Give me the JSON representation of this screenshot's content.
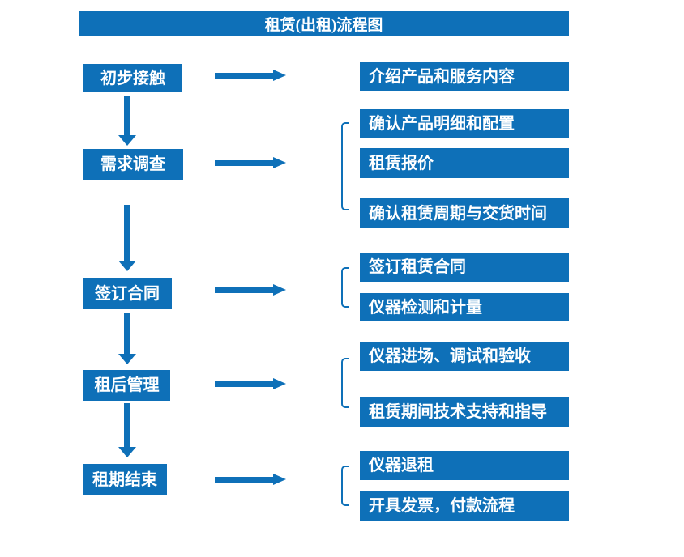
{
  "title": "租赁(出租)流程图",
  "colors": {
    "primary": "#0e70b8",
    "box_text": "#ffffff",
    "background": "#ffffff"
  },
  "groups": [
    {
      "step": "初步接触",
      "details": [
        "介绍产品和服务内容"
      ]
    },
    {
      "step": "需求调查",
      "details": [
        "确认产品明细和配置",
        "租赁报价",
        "确认租赁周期与交货时间"
      ]
    },
    {
      "step": "签订合同",
      "details": [
        "签订租赁合同",
        "仪器检测和计量"
      ]
    },
    {
      "step": "租后管理",
      "details": [
        "仪器进场、调试和验收",
        "租赁期间技术支持和指导"
      ]
    },
    {
      "step": "租期结束",
      "details": [
        "仪器退租",
        "开具发票，付款流程"
      ]
    }
  ]
}
